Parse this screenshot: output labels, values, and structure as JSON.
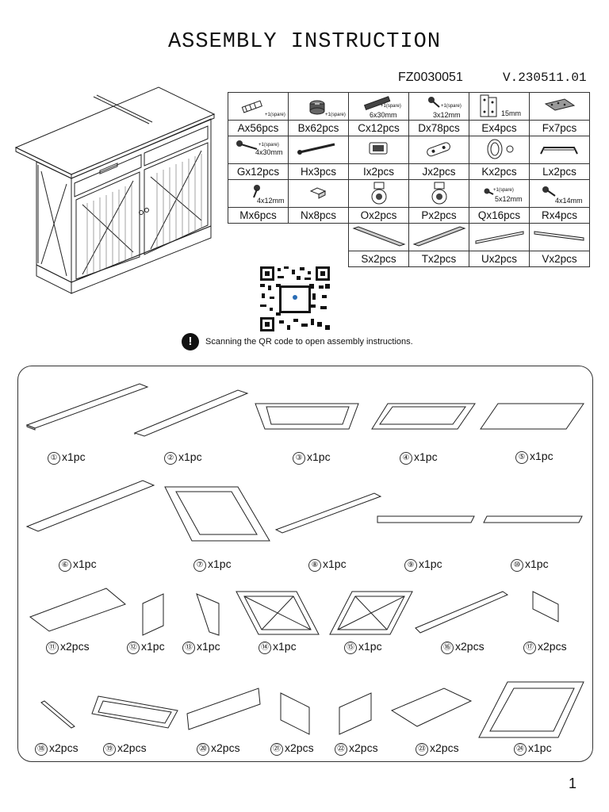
{
  "header": {
    "title": "ASSEMBLY INSTRUCTION",
    "model": "FZ0030051",
    "version": "V.230511.01"
  },
  "hardware": {
    "rows": [
      [
        {
          "id": "A",
          "label": "Ax56pcs",
          "spare": "+1(spare)",
          "size": "",
          "icon": "wood-dowel-icon"
        },
        {
          "id": "B",
          "label": "Bx62pcs",
          "spare": "+1(spare)",
          "size": "",
          "icon": "cam-lock-icon"
        },
        {
          "id": "C",
          "label": "Cx12pcs",
          "spare": "+1(spare)",
          "size": "6x30mm",
          "icon": "wood-dowel-icon"
        },
        {
          "id": "D",
          "label": "Dx78pcs",
          "spare": "+1(spare)",
          "size": "3x12mm",
          "icon": "screw-icon"
        },
        {
          "id": "E",
          "label": "Ex4pcs",
          "spare": "",
          "size": "15mm",
          "icon": "hinge-icon"
        },
        {
          "id": "F",
          "label": "Fx7pcs",
          "spare": "",
          "size": "",
          "icon": "plate-icon"
        }
      ],
      [
        {
          "id": "G",
          "label": "Gx12pcs",
          "spare": "+1(spare)",
          "size": "4x30mm",
          "icon": "screw-icon"
        },
        {
          "id": "H",
          "label": "Hx3pcs",
          "spare": "",
          "size": "",
          "icon": "cam-bolt-icon"
        },
        {
          "id": "I",
          "label": "Ix2pcs",
          "spare": "",
          "size": "",
          "icon": "magnet-catch-icon"
        },
        {
          "id": "J",
          "label": "Jx2pcs",
          "spare": "",
          "size": "",
          "icon": "anti-tip-bracket-icon"
        },
        {
          "id": "K",
          "label": "Kx2pcs",
          "spare": "",
          "size": "",
          "icon": "knob-icon"
        },
        {
          "id": "L",
          "label": "Lx2pcs",
          "spare": "",
          "size": "",
          "icon": "handle-icon"
        }
      ],
      [
        {
          "id": "M",
          "label": "Mx6pcs",
          "spare": "",
          "size": "4x12mm",
          "icon": "screw-icon"
        },
        {
          "id": "N",
          "label": "Nx8pcs",
          "spare": "",
          "size": "",
          "icon": "bracket-icon"
        },
        {
          "id": "O",
          "label": "Ox2pcs",
          "spare": "",
          "size": "",
          "icon": "caster-icon"
        },
        {
          "id": "P",
          "label": "Px2pcs",
          "spare": "",
          "size": "",
          "icon": "caster-icon"
        },
        {
          "id": "Q",
          "label": "Qx16pcs",
          "spare": "+1(spare)",
          "size": "5x12mm",
          "icon": "screw-icon"
        },
        {
          "id": "R",
          "label": "Rx4pcs",
          "spare": "",
          "size": "4x14mm",
          "icon": "screw-icon"
        }
      ],
      [
        null,
        null,
        {
          "id": "S",
          "label": "Sx2pcs",
          "spare": "",
          "size": "",
          "icon": "drawer-slide-icon"
        },
        {
          "id": "T",
          "label": "Tx2pcs",
          "spare": "",
          "size": "",
          "icon": "drawer-slide-icon"
        },
        {
          "id": "U",
          "label": "Ux2pcs",
          "spare": "",
          "size": "",
          "icon": "rail-icon"
        },
        {
          "id": "V",
          "label": "Vx2pcs",
          "spare": "",
          "size": "",
          "icon": "rail-icon"
        }
      ]
    ]
  },
  "notice": {
    "icon": "exclamation-icon",
    "text": "Scanning the QR code to open assembly instructions."
  },
  "parts": [
    {
      "num": "①",
      "qty": "x1pc"
    },
    {
      "num": "②",
      "qty": "x1pc"
    },
    {
      "num": "③",
      "qty": "x1pc"
    },
    {
      "num": "④",
      "qty": "x1pc"
    },
    {
      "num": "⑤",
      "qty": "x1pc"
    },
    {
      "num": "⑥",
      "qty": "x1pc"
    },
    {
      "num": "⑦",
      "qty": "x1pc"
    },
    {
      "num": "⑧",
      "qty": "x1pc"
    },
    {
      "num": "⑨",
      "qty": "x1pc"
    },
    {
      "num": "⑩",
      "qty": "x1pc"
    },
    {
      "num": "⑪",
      "qty": "x2pcs"
    },
    {
      "num": "⑫",
      "qty": "x1pc"
    },
    {
      "num": "⑬",
      "qty": "x1pc"
    },
    {
      "num": "⑭",
      "qty": "x1pc"
    },
    {
      "num": "⑮",
      "qty": "x1pc"
    },
    {
      "num": "⑯",
      "qty": "x2pcs"
    },
    {
      "num": "⑰",
      "qty": "x2pcs"
    },
    {
      "num": "⑱",
      "qty": "x2pcs"
    },
    {
      "num": "⑲",
      "qty": "x2pcs"
    },
    {
      "num": "⑳",
      "qty": "x2pcs"
    },
    {
      "num": "㉑",
      "qty": "x2pcs"
    },
    {
      "num": "㉒",
      "qty": "x2pcs"
    },
    {
      "num": "㉓",
      "qty": "x2pcs"
    },
    {
      "num": "㉔",
      "qty": "x1pc"
    }
  ],
  "page_number": "1"
}
